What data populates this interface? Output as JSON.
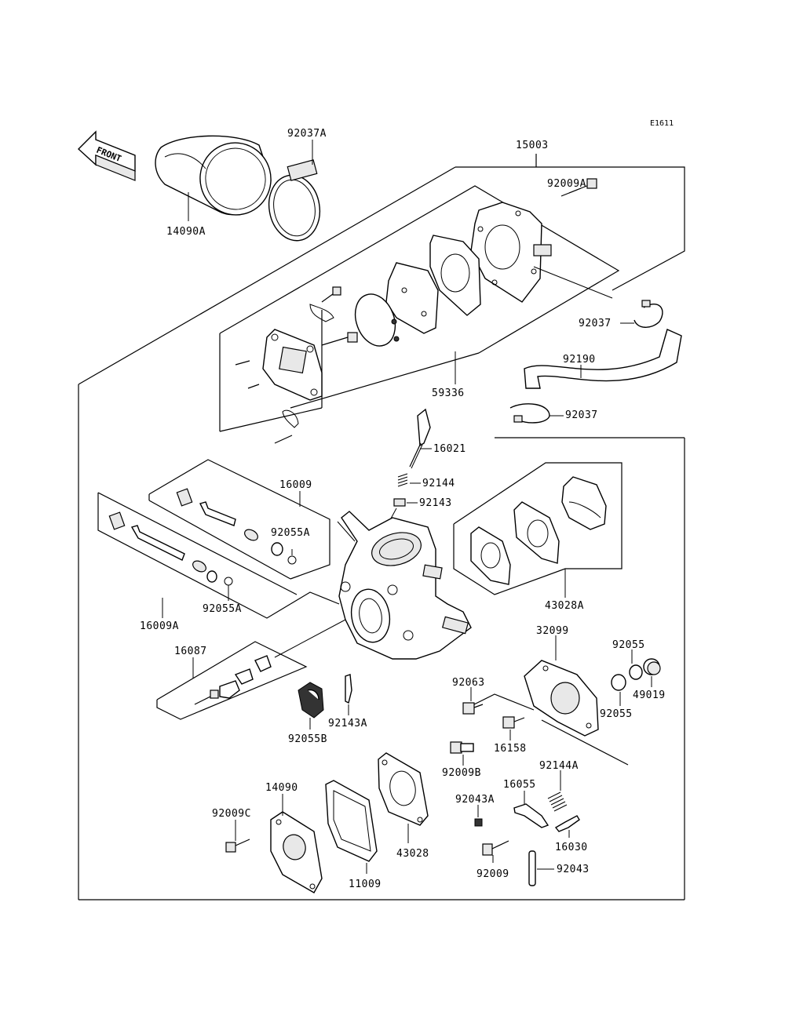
{
  "diagram_code": "E1611",
  "front_label": "FRONT",
  "parts": {
    "p15003": "15003",
    "p14090A": "14090A",
    "p92037A": "92037A",
    "p92009A": "92009A",
    "p92037_top": "92037",
    "p92190": "92190",
    "p92037_bottom": "92037",
    "p59336": "59336",
    "p16021": "16021",
    "p92144": "92144",
    "p92143": "92143",
    "p16009": "16009",
    "p92055A_upper": "92055A",
    "p92055A_lower": "92055A",
    "p16009A": "16009A",
    "p43028A": "43028A",
    "p16087": "16087",
    "p32099": "32099",
    "p92055_top": "92055",
    "p92055_right": "92055",
    "p49019": "49019",
    "p92063": "92063",
    "p16158": "16158",
    "p92143A": "92143A",
    "p92055B": "92055B",
    "p92009B": "92009B",
    "p92144A": "92144A",
    "p16055": "16055",
    "p92043A": "92043A",
    "p14090": "14090",
    "p92009C": "92009C",
    "p43028": "43028",
    "p11009": "11009",
    "p16030": "16030",
    "p92009": "92009",
    "p92043": "92043"
  }
}
